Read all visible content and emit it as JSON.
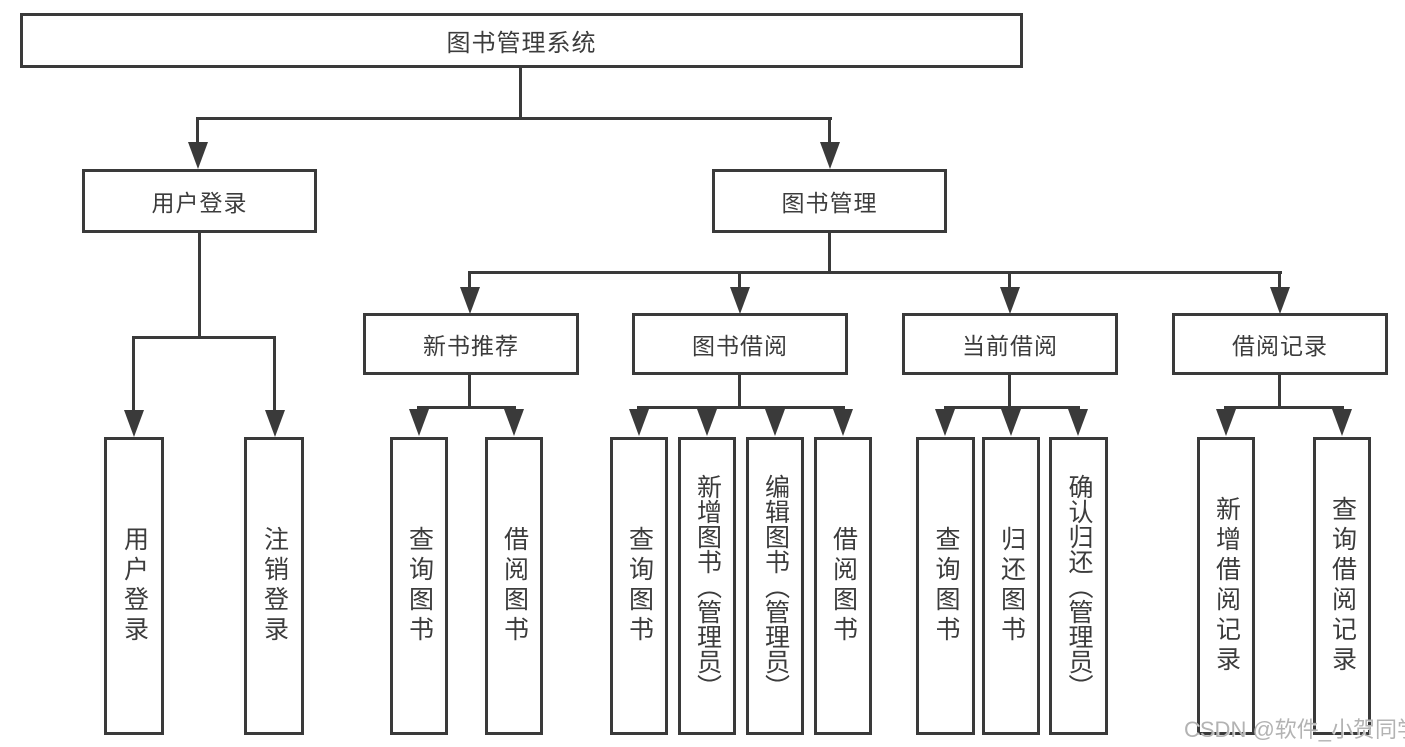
{
  "nodes": {
    "root": "图书管理系统",
    "user_login": "用户登录",
    "book_management": "图书管理",
    "new_book_recommend": "新书推荐",
    "book_borrow": "图书借阅",
    "current_borrow": "当前借阅",
    "borrow_records": "借阅记录",
    "leaf_user_login": "用户登录",
    "leaf_logout": "注销登录",
    "leaf_nbr_query_books": "查询图书",
    "leaf_nbr_borrow_books": "借阅图书",
    "leaf_bb_query_books": "查询图书",
    "leaf_bb_add_books_admin": "新增图书（管理员）",
    "leaf_bb_edit_books_admin": "编辑图书（管理员）",
    "leaf_bb_borrow_books": "借阅图书",
    "leaf_cb_query_books": "查询图书",
    "leaf_cb_return_books": "归还图书",
    "leaf_cb_confirm_return_admin": "确认归还（管理员）",
    "leaf_br_add_record": "新增借阅记录",
    "leaf_br_query_record": "查询借阅记录"
  },
  "watermark": "CSDN @软件_小贺同学",
  "colors": {
    "line": "#3a3a3a",
    "text": "#3c3c3c",
    "background": "#ffffff",
    "watermark": "#b3b3b3"
  }
}
